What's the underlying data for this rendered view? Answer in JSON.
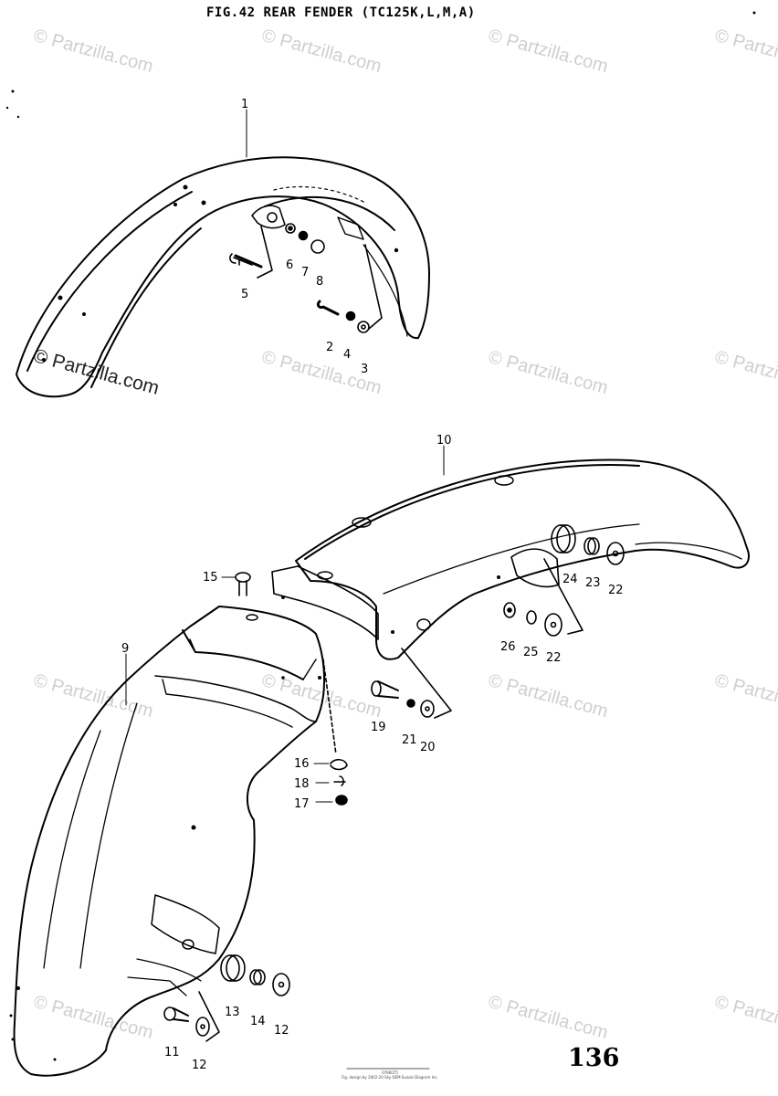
{
  "title": "FIG.42  REAR FENDER (TC125K,L,M,A)",
  "page_number": "136",
  "watermark": "© Partzilla.com",
  "copyright_line1": "0796075",
  "copyright_line2": "Fig. design by 2002-20 Sky OEM Suzuki Diagram Inc.",
  "labels": {
    "l1": "1",
    "l2": "2",
    "l3": "3",
    "l4": "4",
    "l5": "5",
    "l6": "6",
    "l7": "7",
    "l8": "8",
    "l9": "9",
    "l10": "10",
    "l11": "11",
    "l12a": "12",
    "l12b": "12",
    "l13": "13",
    "l14": "14",
    "l15": "15",
    "l16": "16",
    "l17": "17",
    "l18": "18",
    "l19": "19",
    "l20": "20",
    "l21": "21",
    "l22a": "22",
    "l22b": "22",
    "l23": "23",
    "l24": "24",
    "l25": "25",
    "l26": "26"
  }
}
